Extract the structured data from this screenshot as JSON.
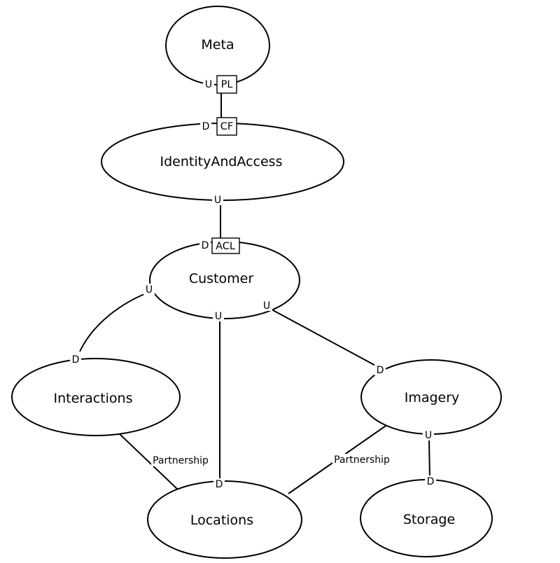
{
  "diagram": {
    "title": "context-map-diagram",
    "colors": {
      "background": "#ffffff",
      "stroke": "#000000",
      "text": "#000000"
    },
    "nodes": {
      "meta": {
        "label": "Meta"
      },
      "identity_and_access": {
        "label": "IdentityAndAccess"
      },
      "customer": {
        "label": "Customer"
      },
      "interactions": {
        "label": "Interactions"
      },
      "imagery": {
        "label": "Imagery"
      },
      "locations": {
        "label": "Locations"
      },
      "storage": {
        "label": "Storage"
      }
    },
    "edges": {
      "meta_identity": {
        "tail_label": "U",
        "tail_port": "PL",
        "head_label": "D",
        "head_port": "CF"
      },
      "identity_customer": {
        "tail_label": "U",
        "head_label": "D",
        "head_port": "ACL"
      },
      "customer_interactions": {
        "tail_label": "U",
        "head_label": "D"
      },
      "customer_locations": {
        "tail_label": "U",
        "head_label": "D"
      },
      "customer_imagery": {
        "tail_label": "U",
        "head_label": "D"
      },
      "interactions_locations": {
        "label": "Partnership"
      },
      "imagery_locations": {
        "label": "Partnership"
      },
      "imagery_storage": {
        "tail_label": "U",
        "head_label": "D"
      }
    }
  }
}
